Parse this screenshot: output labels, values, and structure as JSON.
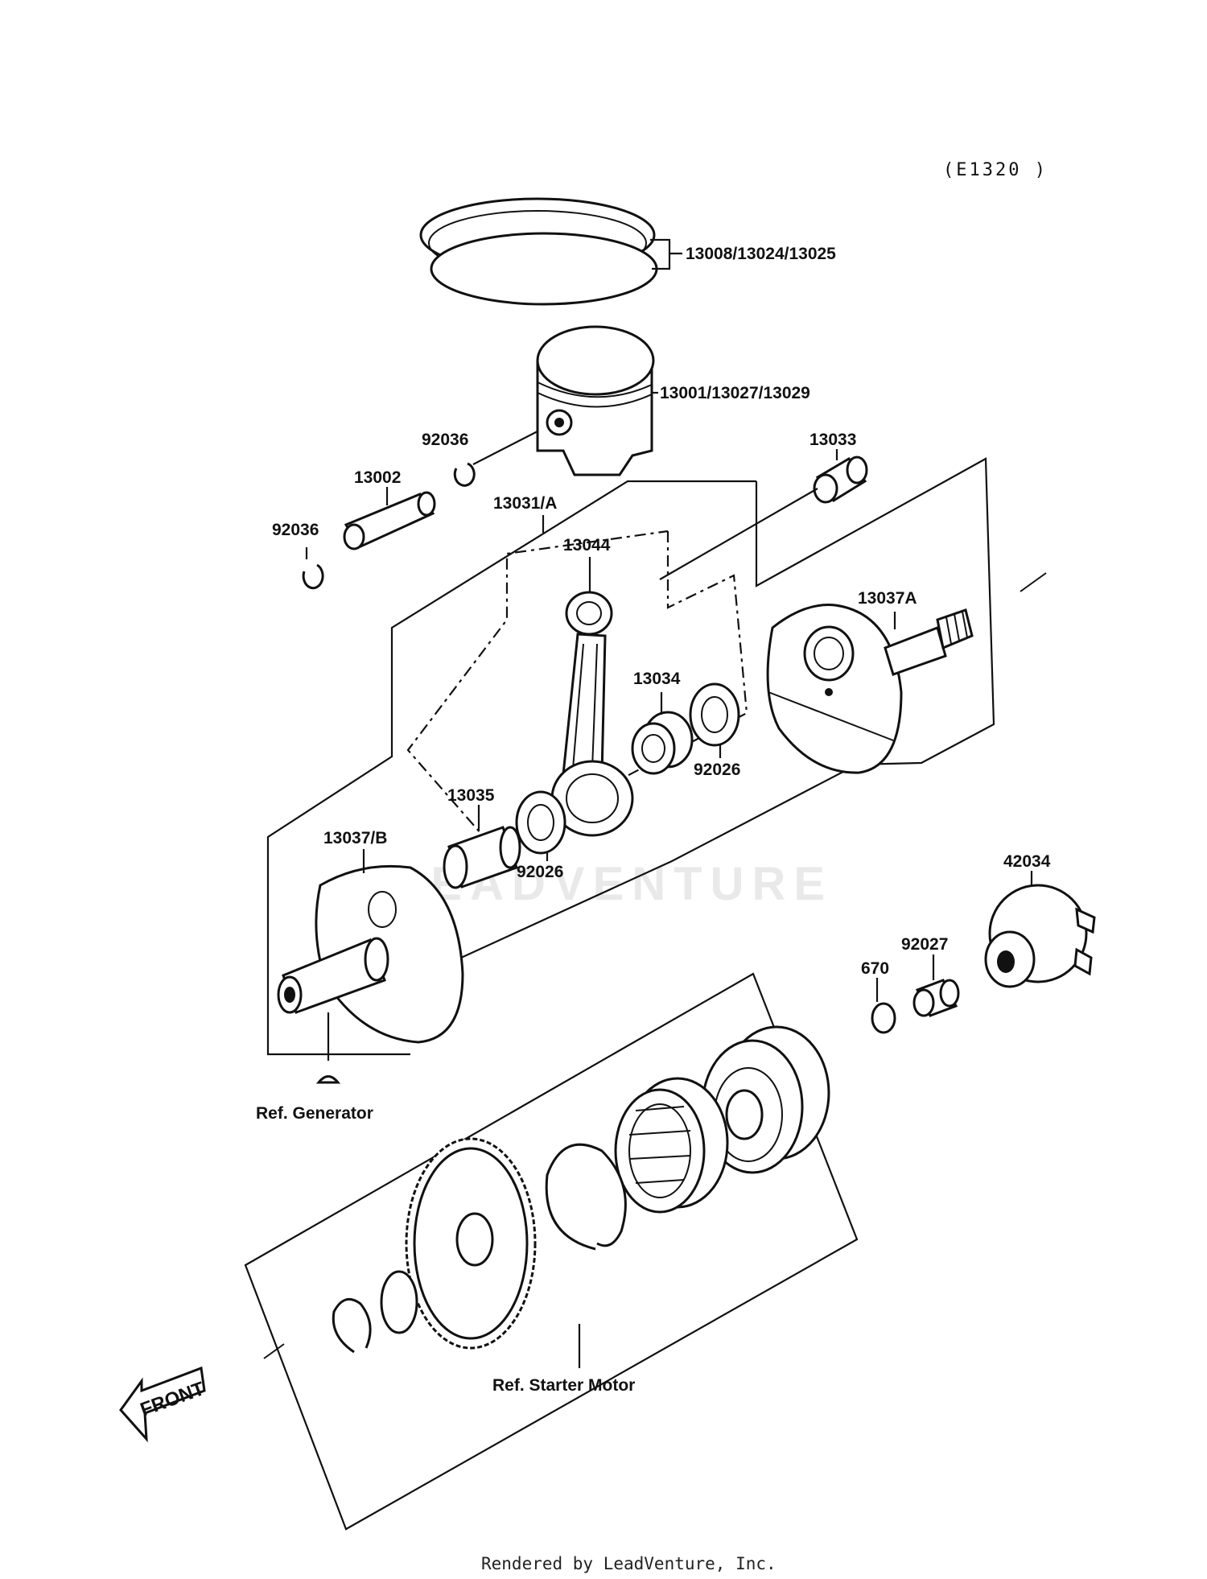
{
  "diagram_code": "(E1320 )",
  "watermark": "LEADVENTURE",
  "footer": "Rendered by LeadVenture, Inc.",
  "front_arrow_label": "FRONT",
  "labels": {
    "rings": "13008/13024/13025",
    "piston": "13001/13027/13029",
    "circlip_upper": "92036",
    "pin": "13002",
    "circlip_lower": "92036",
    "crank_assy": "13031/A",
    "conrod": "13044",
    "small_end_bearing": "13033",
    "flywheel_a": "13037A",
    "big_end_bearing": "13034",
    "washer_upper": "92026",
    "crankpin": "13035",
    "washer_lower": "92026",
    "flywheel_b": "13037/B",
    "ref_generator": "Ref. Generator",
    "bearing_housing": "42034",
    "bushing": "92027",
    "oring": "670",
    "ref_starter": "Ref. Starter Motor"
  }
}
